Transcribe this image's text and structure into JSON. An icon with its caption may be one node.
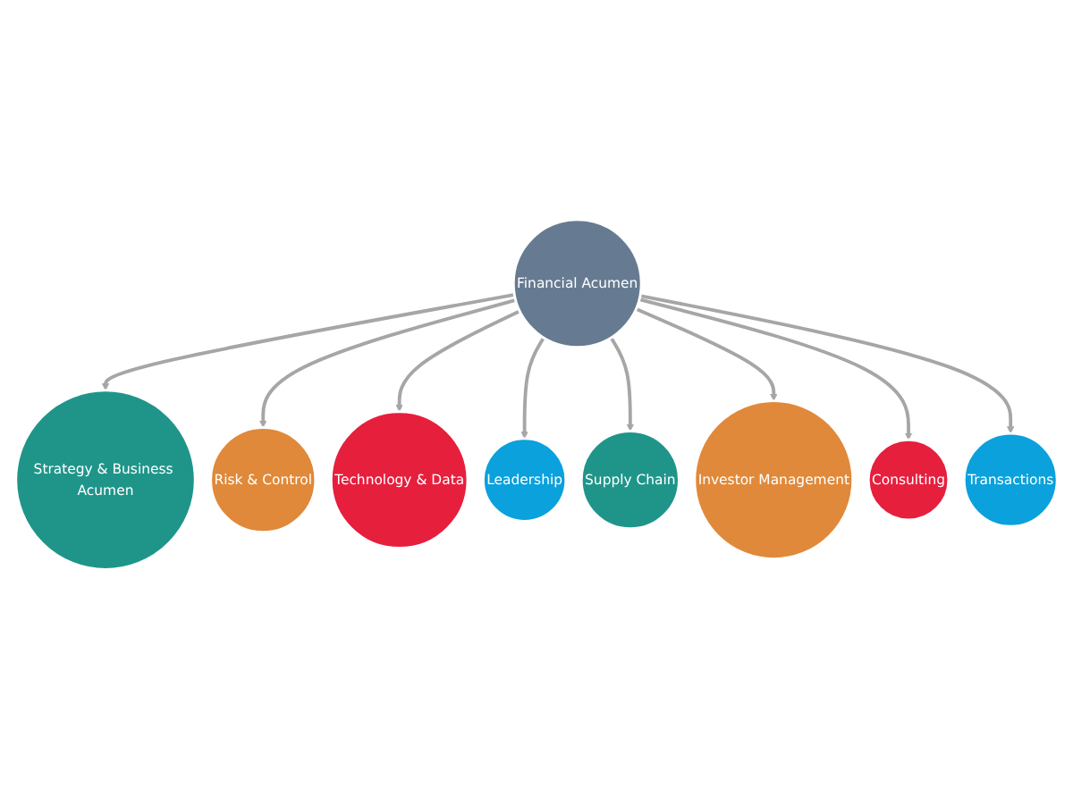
{
  "diagram": {
    "nodes": [
      {
        "text": [
          "Financial Acumen"
        ]
      },
      {
        "text": [
          "Strategy & Business Acumen"
        ]
      },
      {
        "text": [
          "Risk & Control"
        ]
      },
      {
        "text": [
          "Technology & Data"
        ]
      },
      {
        "text": [
          "Leadership"
        ]
      },
      {
        "text": [
          "Supply Chain"
        ]
      },
      {
        "text": [
          "Investor Management"
        ]
      },
      {
        "text": [
          "Consulting"
        ]
      },
      {
        "text": [
          "Transactions"
        ]
      }
    ],
    "edges": [
      {
        "from": 0,
        "to": 1,
        "arrow": "to"
      },
      {
        "from": 0,
        "to": 2,
        "arrow": "to"
      },
      {
        "from": 0,
        "to": 3,
        "arrow": "to"
      },
      {
        "from": 0,
        "to": 4,
        "arrow": "to"
      },
      {
        "from": 0,
        "to": 5,
        "arrow": "to"
      },
      {
        "from": 0,
        "to": 6,
        "arrow": "to"
      },
      {
        "from": 0,
        "to": 7,
        "arrow": "to"
      },
      {
        "from": 0,
        "to": 8,
        "arrow": "to"
      }
    ]
  }
}
